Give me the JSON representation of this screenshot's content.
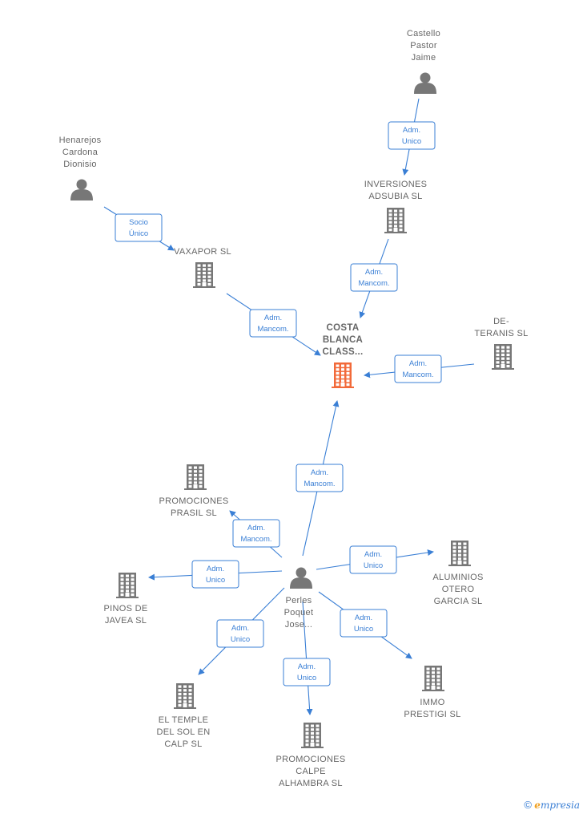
{
  "colors": {
    "edge": "#3a7fd5",
    "icon": "#777777",
    "center_icon": "#f26a3a",
    "label": "#666666"
  },
  "nodes": [
    {
      "id": "costa",
      "type": "company",
      "center": true,
      "lines": [
        "COSTA",
        "BLANCA",
        "CLASS..."
      ]
    },
    {
      "id": "castello",
      "type": "person",
      "lines": [
        "Castello",
        "Pastor",
        "Jaime"
      ]
    },
    {
      "id": "inversiones",
      "type": "company",
      "lines": [
        "INVERSIONES",
        "ADSUBIA  SL"
      ]
    },
    {
      "id": "henarejos",
      "type": "person",
      "lines": [
        "Henarejos",
        "Cardona",
        "Dionisio"
      ]
    },
    {
      "id": "vaxapor",
      "type": "company",
      "lines": [
        "VAXAPOR SL"
      ]
    },
    {
      "id": "deteranis",
      "type": "company",
      "lines": [
        "DE-",
        "TERANIS  SL"
      ]
    },
    {
      "id": "perles",
      "type": "person",
      "lines": [
        "Perles",
        "Poquet",
        "Jose..."
      ]
    },
    {
      "id": "prasil",
      "type": "company",
      "lines": [
        "PROMOCIONES",
        "PRASIL SL"
      ]
    },
    {
      "id": "pinos",
      "type": "company",
      "lines": [
        "PINOS DE",
        "JAVEA  SL"
      ]
    },
    {
      "id": "aluminios",
      "type": "company",
      "lines": [
        "ALUMINIOS",
        "OTERO",
        "GARCIA SL"
      ]
    },
    {
      "id": "temple",
      "type": "company",
      "lines": [
        "EL TEMPLE",
        "DEL SOL EN",
        "CALP SL"
      ]
    },
    {
      "id": "calpe",
      "type": "company",
      "lines": [
        "PROMOCIONES",
        "CALPE",
        "ALHAMBRA SL"
      ]
    },
    {
      "id": "immo",
      "type": "company",
      "lines": [
        "IMMO",
        "PRESTIGI SL"
      ]
    }
  ],
  "edges": [
    {
      "from": "castello",
      "to": "inversiones",
      "lines": [
        "Adm.",
        "Unico"
      ]
    },
    {
      "from": "henarejos",
      "to": "vaxapor",
      "lines": [
        "Socio",
        "Único"
      ]
    },
    {
      "from": "inversiones",
      "to": "costa",
      "lines": [
        "Adm.",
        "Mancom."
      ]
    },
    {
      "from": "vaxapor",
      "to": "costa",
      "lines": [
        "Adm.",
        "Mancom."
      ]
    },
    {
      "from": "deteranis",
      "to": "costa",
      "lines": [
        "Adm.",
        "Mancom."
      ]
    },
    {
      "from": "perles",
      "to": "costa",
      "lines": [
        "Adm.",
        "Mancom."
      ]
    },
    {
      "from": "perles",
      "to": "prasil",
      "lines": [
        "Adm.",
        "Mancom."
      ]
    },
    {
      "from": "perles",
      "to": "pinos",
      "lines": [
        "Adm.",
        "Unico"
      ]
    },
    {
      "from": "perles",
      "to": "aluminios",
      "lines": [
        "Adm.",
        "Unico"
      ]
    },
    {
      "from": "perles",
      "to": "temple",
      "lines": [
        "Adm.",
        "Unico"
      ]
    },
    {
      "from": "perles",
      "to": "calpe",
      "lines": [
        "Adm.",
        "Unico"
      ]
    },
    {
      "from": "perles",
      "to": "immo",
      "lines": [
        "Adm.",
        "Unico"
      ]
    }
  ],
  "footer": {
    "copyright": "©",
    "brand_initial": "e",
    "brand_rest": "mpresia"
  }
}
